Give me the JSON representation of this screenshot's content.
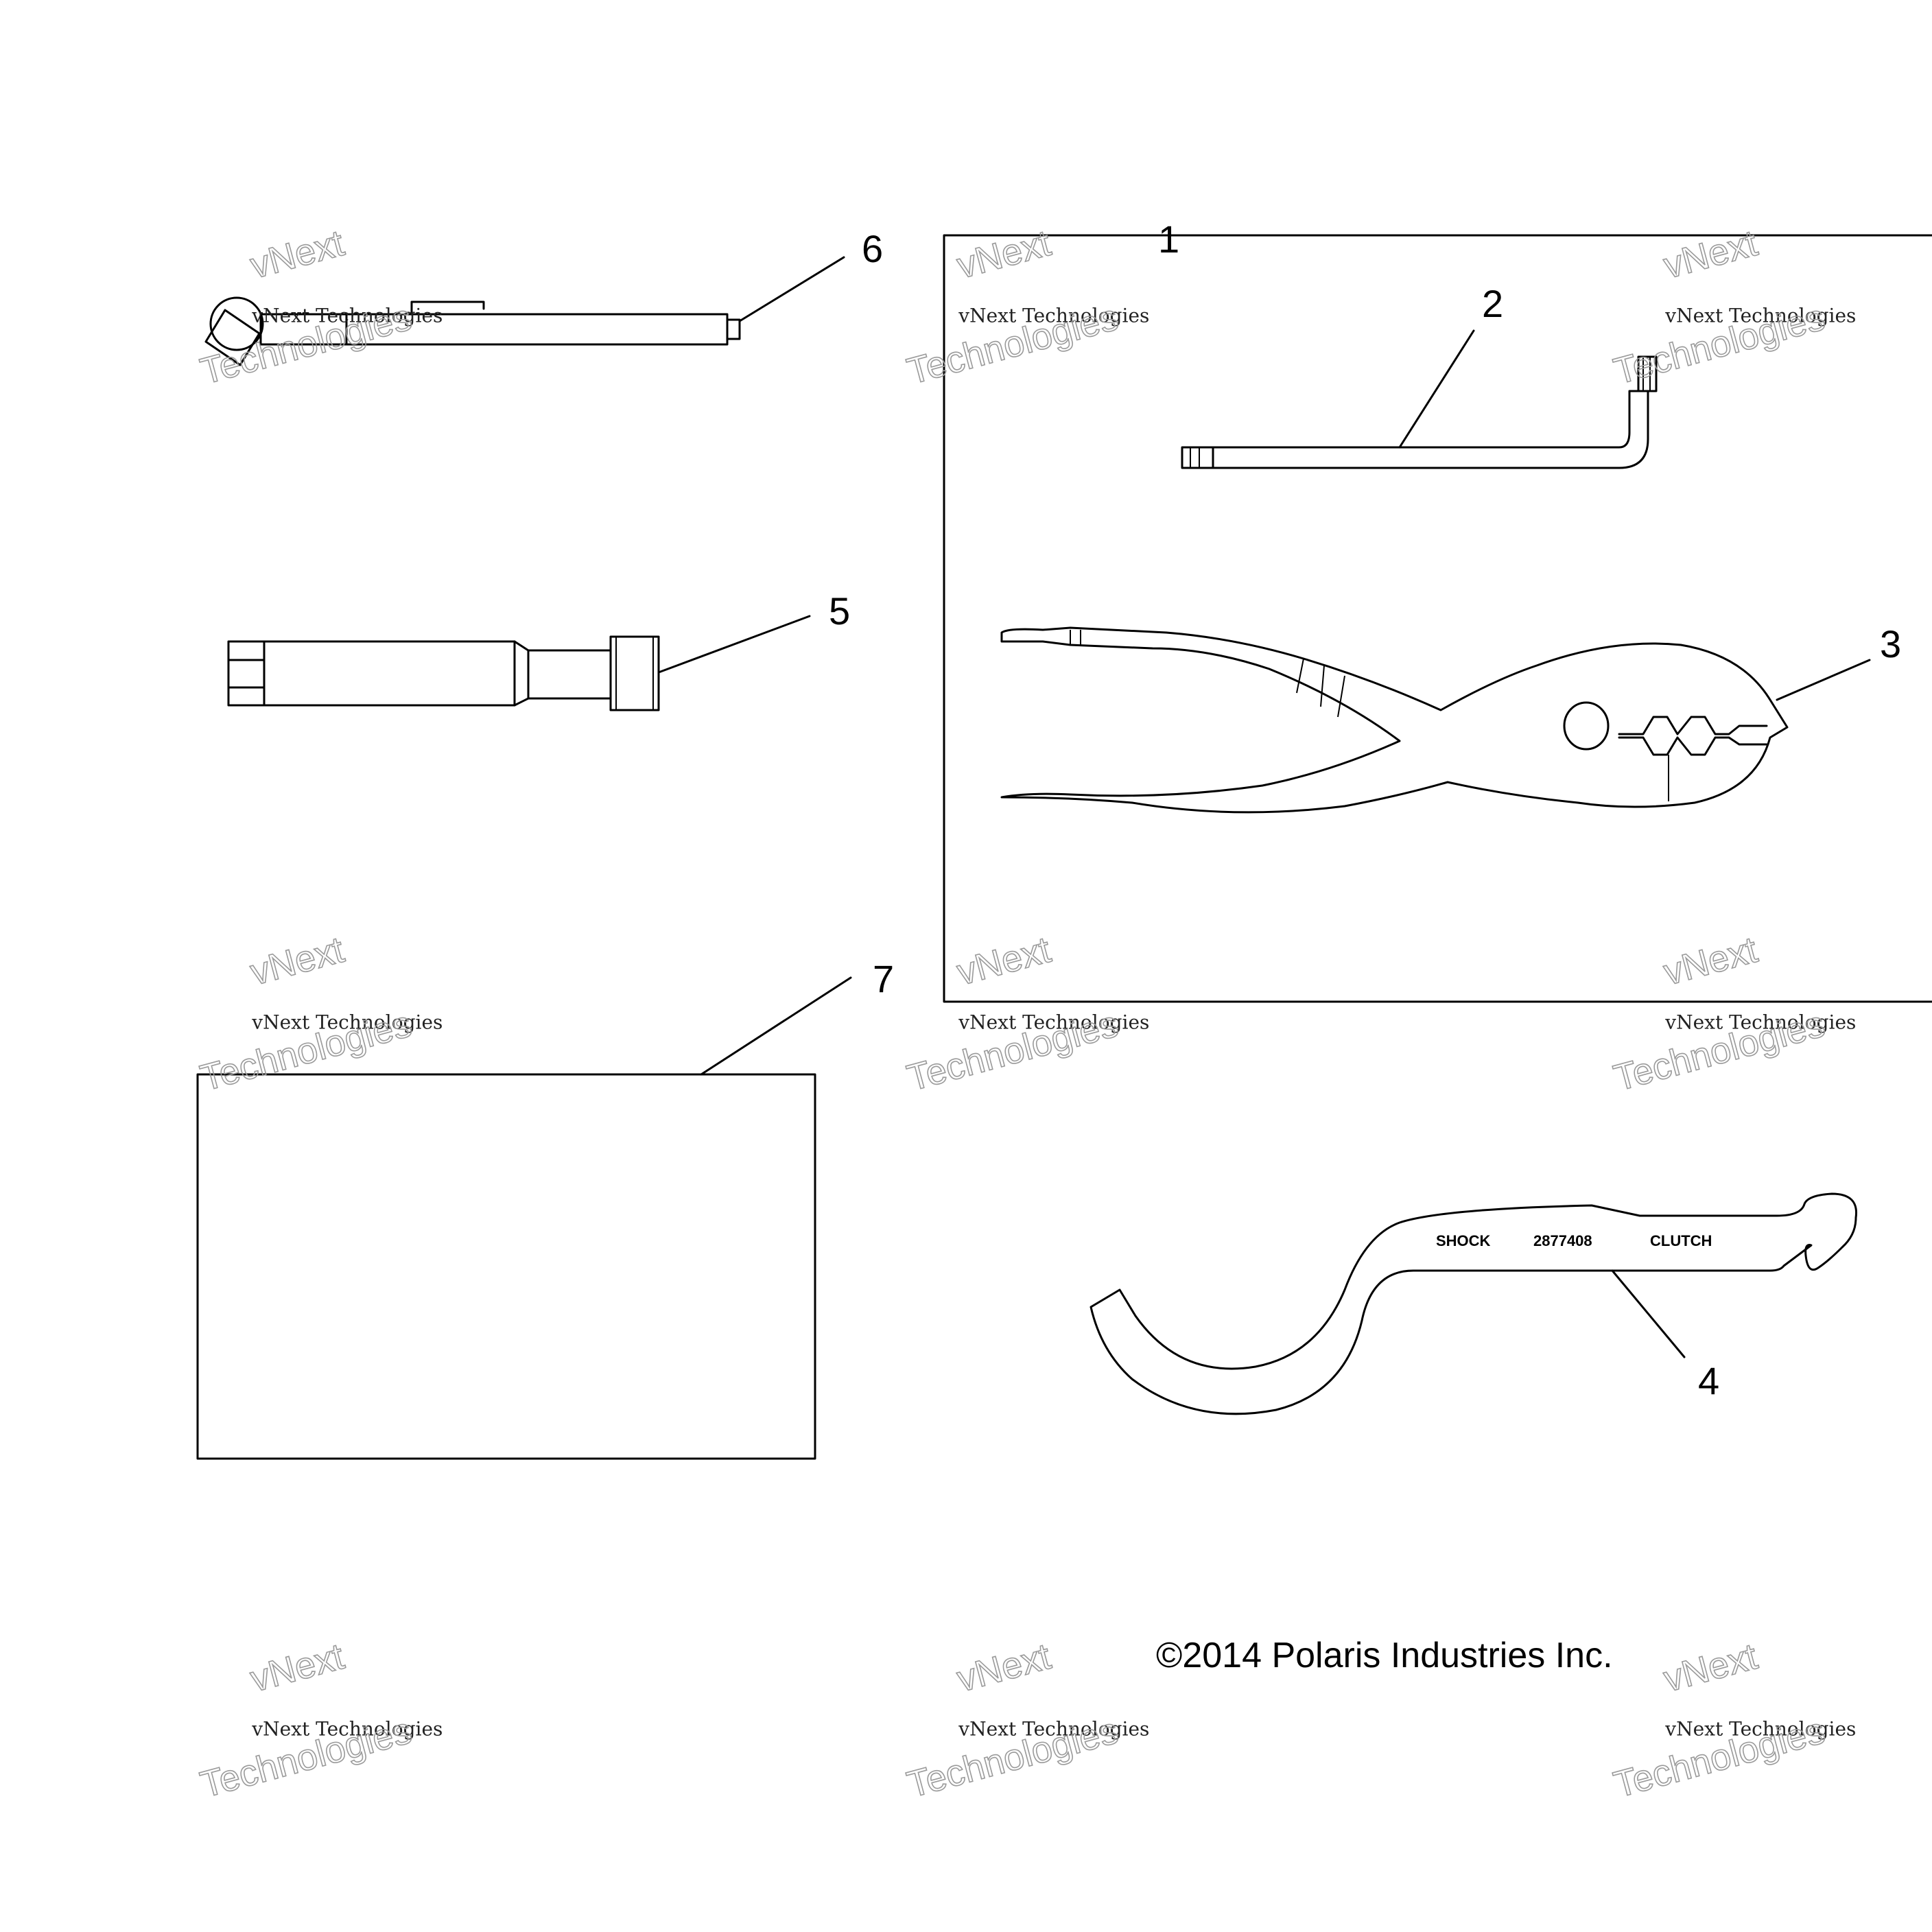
{
  "callouts": {
    "c1": "1",
    "c2": "2",
    "c3": "3",
    "c4": "4",
    "c5": "5",
    "c6": "6",
    "c7": "7"
  },
  "wrench": {
    "left_label": "SHOCK",
    "part_number": "2877408",
    "right_label": "CLUTCH"
  },
  "copyright": "©2014 Polaris Industries Inc.",
  "watermark": {
    "line_small": "vNext Technologies",
    "line_big_1": "vNext",
    "line_big_2": "Technologies"
  }
}
